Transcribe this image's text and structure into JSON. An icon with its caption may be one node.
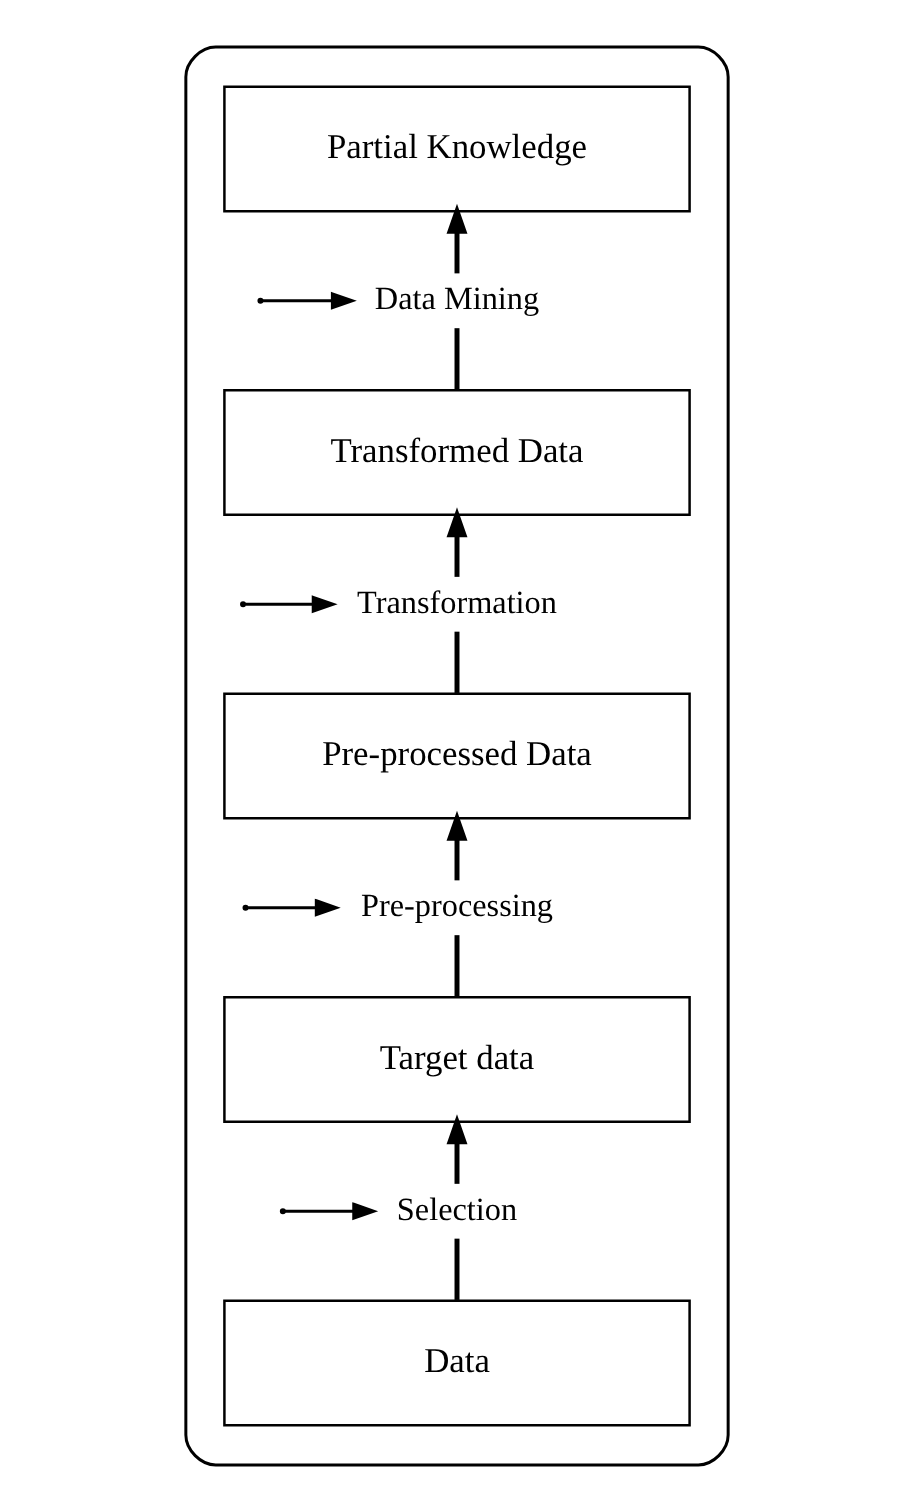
{
  "diagram": {
    "nodes": [
      {
        "text": [],
        "shape": "box"
      },
      {
        "text": [
          "Partial Knowledge"
        ],
        "in": 0
      },
      {
        "text": [
          "Data Mining"
        ],
        "in": 0
      },
      {
        "text": [
          "Transformed Data"
        ],
        "in": 0
      },
      {
        "text": [
          "Transformation"
        ],
        "in": 0
      },
      {
        "text": [
          "Pre-processed Data"
        ],
        "in": 0
      },
      {
        "text": [
          "Pre-processing"
        ],
        "in": 0
      },
      {
        "text": [
          "Target data"
        ],
        "in": 0
      },
      {
        "text": [
          "Selection"
        ],
        "in": 0
      },
      {
        "text": [
          "Data"
        ],
        "in": 0
      }
    ],
    "edges": [
      {
        "from": 9,
        "to": 8,
        "arrow": "none"
      },
      {
        "from": 8,
        "to": 7,
        "arrow": "to"
      },
      {
        "from": 7,
        "to": 6,
        "arrow": "none"
      },
      {
        "from": 6,
        "to": 5,
        "arrow": "to"
      },
      {
        "from": 5,
        "to": 4,
        "arrow": "none"
      },
      {
        "from": 4,
        "to": 3,
        "arrow": "to"
      },
      {
        "from": 3,
        "to": 2,
        "arrow": "none"
      },
      {
        "from": 2,
        "to": 1,
        "arrow": "to"
      },
      {
        "from": null,
        "to": 8,
        "arrow": "to"
      },
      {
        "from": null,
        "to": 6,
        "arrow": "to"
      },
      {
        "from": null,
        "to": 4,
        "arrow": "to"
      },
      {
        "from": null,
        "to": 2,
        "arrow": "to"
      }
    ]
  }
}
